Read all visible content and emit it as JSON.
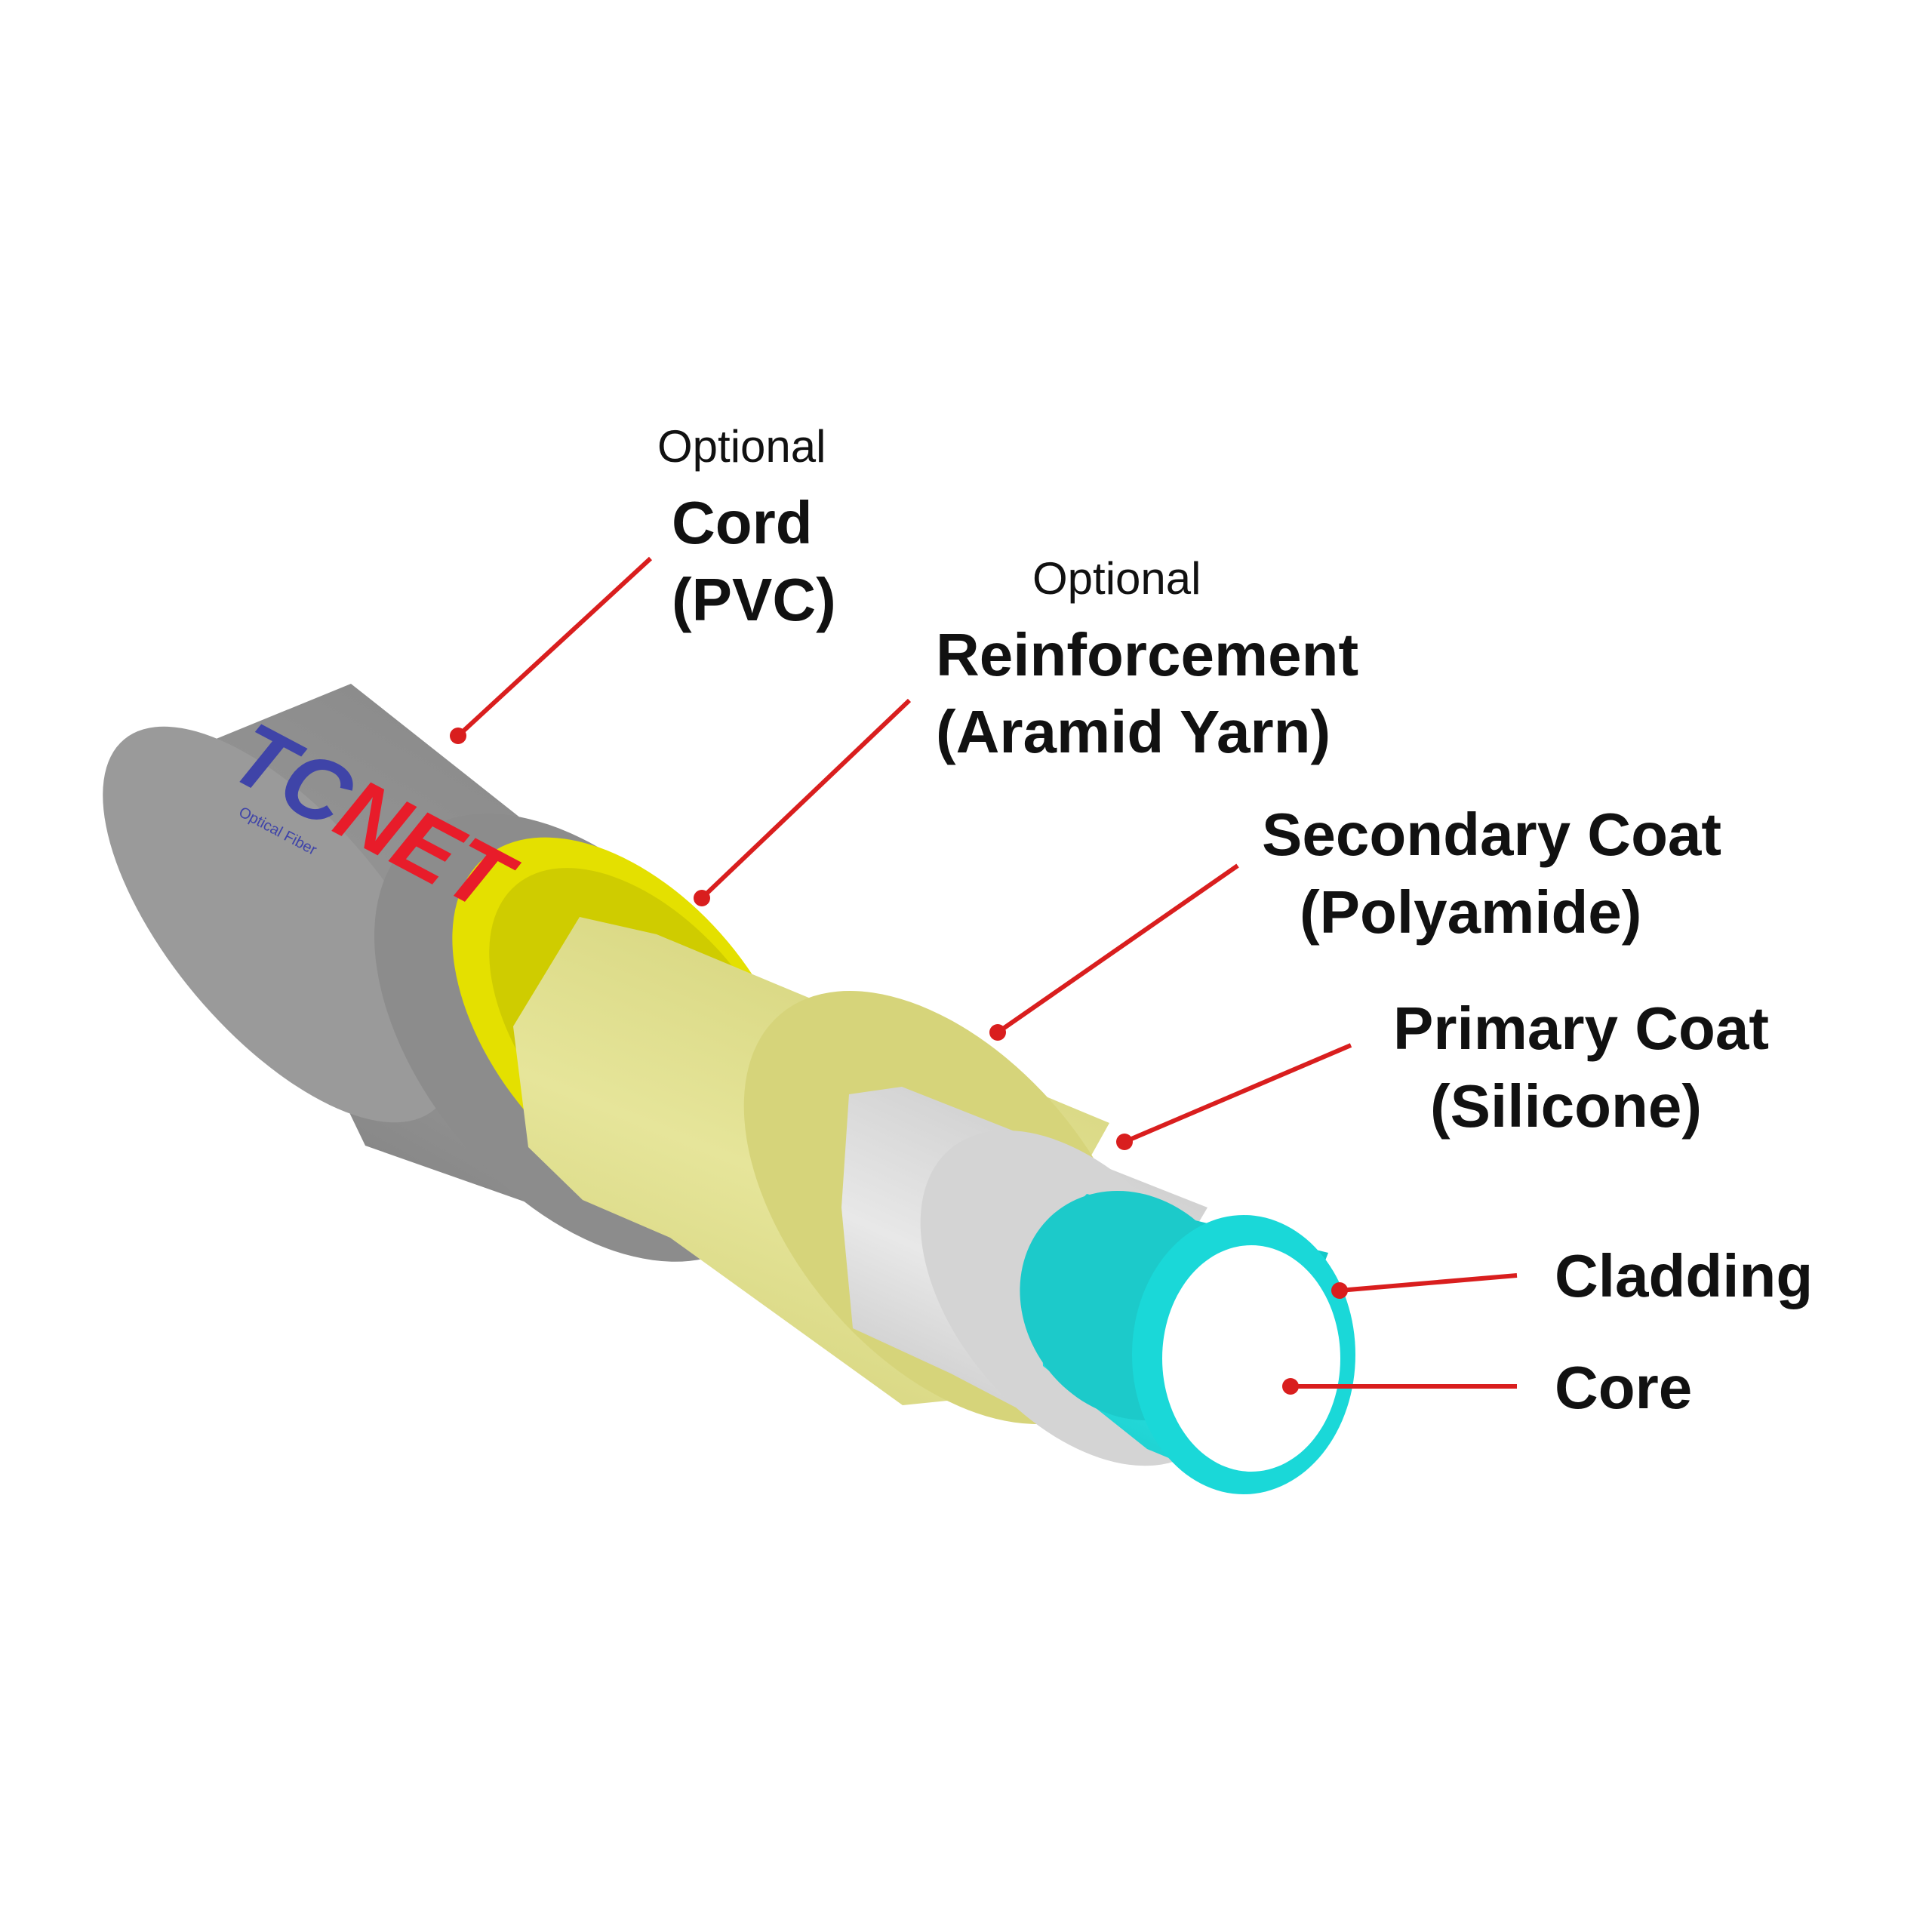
{
  "logo": {
    "part1": "TC",
    "part2": "NET",
    "tagline": "Optical Fiber",
    "color1": "#3f44a8",
    "color2": "#e81c2a"
  },
  "colors": {
    "cord": "#939393",
    "reinforcement": "#e4e000",
    "secondary_coat": "#e0e08a",
    "primary_coat": "#dadada",
    "cladding": "#1ad8d8",
    "core": "#ffffff",
    "leader": "#d91e1e"
  },
  "labels": {
    "cord": {
      "optional": "Optional",
      "line1": "Cord",
      "line2": "(PVC)"
    },
    "reinforcement": {
      "optional": "Optional",
      "line1": "Reinforcement",
      "line2": "(Aramid Yarn)"
    },
    "secondary_coat": {
      "line1": "Secondary Coat",
      "line2": "(Polyamide)"
    },
    "primary_coat": {
      "line1": "Primary Coat",
      "line2": "(Silicone)"
    },
    "cladding": {
      "line1": "Cladding"
    },
    "core": {
      "line1": "Core"
    }
  }
}
